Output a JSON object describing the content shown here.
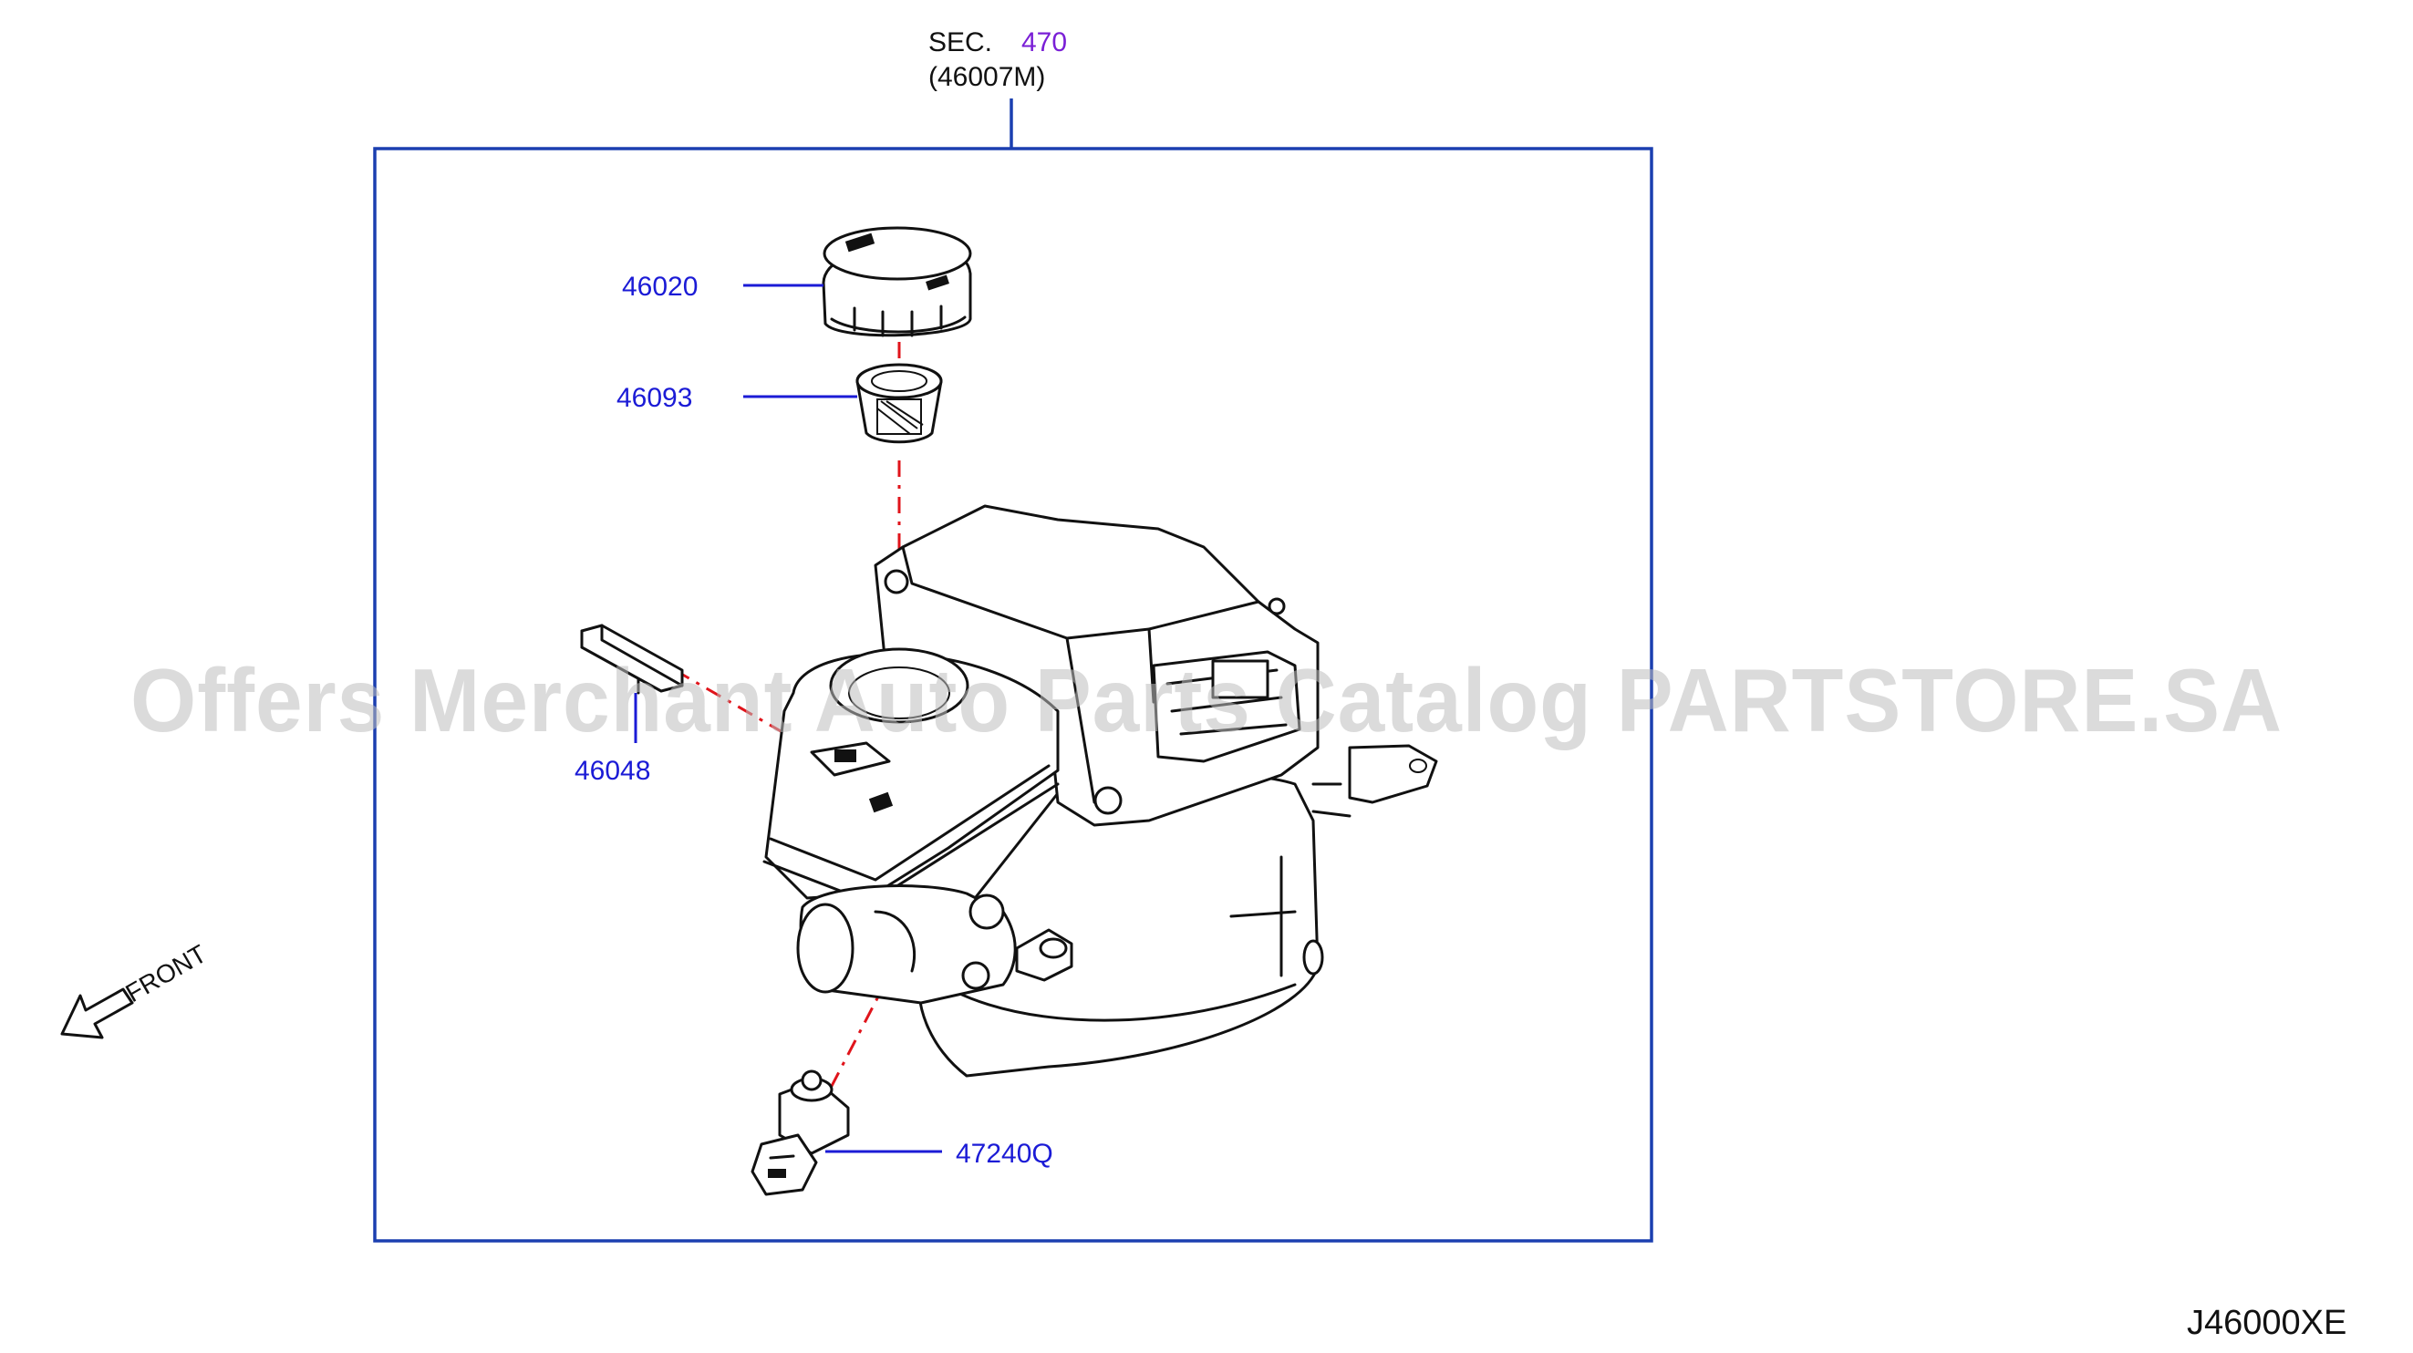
{
  "section": {
    "prefix": "SEC.",
    "number": "470",
    "ref": "(46007M)"
  },
  "parts": [
    {
      "id": "46020",
      "label": "46020"
    },
    {
      "id": "46093",
      "label": "46093"
    },
    {
      "id": "46048",
      "label": "46048"
    },
    {
      "id": "47240Q",
      "label": "47240Q"
    }
  ],
  "direction": "FRONT",
  "diagram_code": "J46000XE",
  "watermark": "Offers Merchant Auto Parts Catalog PARTSTORE.SA",
  "colors": {
    "part_number": "#1b1bd6",
    "section_number": "#7a1fd6",
    "frame": "#1b3fb0",
    "centerline": "#e0141b"
  }
}
